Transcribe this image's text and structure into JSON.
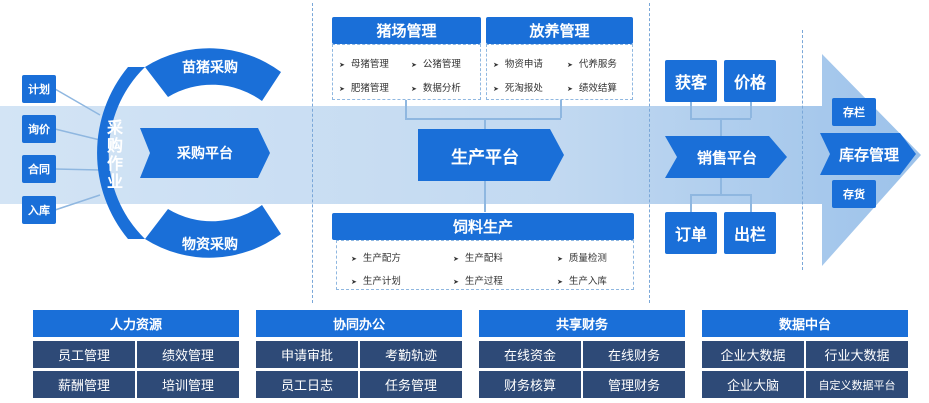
{
  "procure": {
    "vertical_label": "采购作业",
    "left_items": [
      "计划",
      "询价",
      "合同",
      "入库"
    ],
    "arc_top": "苗猪采购",
    "arc_bottom": "物资采购",
    "platform": "采购平台"
  },
  "farm": {
    "title": "猪场管理",
    "items": [
      "母猪管理",
      "公猪管理",
      "肥猪管理",
      "数据分析"
    ]
  },
  "grazing": {
    "title": "放养管理",
    "items": [
      "物资申请",
      "代养服务",
      "死淘报处",
      "绩效结算"
    ]
  },
  "production": {
    "platform": "生产平台"
  },
  "feed": {
    "title": "饲料生产",
    "items": [
      "生产配方",
      "生产配料",
      "质量检测",
      "生产计划",
      "生产过程",
      "生产入库"
    ]
  },
  "sales": {
    "top": [
      "获客",
      "价格"
    ],
    "platform": "销售平台",
    "bottom": [
      "订单",
      "出栏"
    ]
  },
  "inventory": {
    "top": "存栏",
    "platform": "库存管理",
    "bottom": "存货"
  },
  "bottom_sections": [
    {
      "title": "人力资源",
      "cells": [
        "员工管理",
        "绩效管理",
        "薪酬管理",
        "培训管理"
      ]
    },
    {
      "title": "协同办公",
      "cells": [
        "申请审批",
        "考勤轨迹",
        "员工日志",
        "任务管理"
      ]
    },
    {
      "title": "共享财务",
      "cells": [
        "在线资金",
        "在线财务",
        "财务核算",
        "管理财务"
      ]
    },
    {
      "title": "数据中台",
      "cells": [
        "企业大数据",
        "行业大数据",
        "企业大脑",
        "自定义数据平台"
      ]
    }
  ]
}
